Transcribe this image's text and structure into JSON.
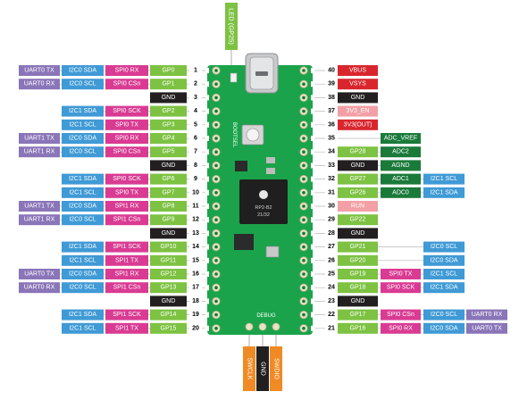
{
  "colors": {
    "power": "#d9262e",
    "ground": "#231f20",
    "gpio": "#7dc242",
    "uart": "#8a75b8",
    "i2c": "#3f9ad6",
    "spi": "#d93b93",
    "sysctl": "#f2a0a5",
    "adc": "#1a7a3a",
    "debug": "#f08a24",
    "board": "#1aa34a",
    "boardDark": "#0f7a35",
    "pinNumber": "#000000"
  },
  "led_label": "LED (GP25)",
  "board_text": {
    "bootsel": "BOOTSEL",
    "debug": "DEBUG",
    "chip_line1": "RP2-B2",
    "chip_line2": "21/32"
  },
  "left_pins": [
    {
      "num": "1",
      "labels": [
        {
          "t": "UART0 TX",
          "c": "uart"
        },
        {
          "t": "I2C0 SDA",
          "c": "i2c"
        },
        {
          "t": "SPI0 RX",
          "c": "spi"
        },
        {
          "t": "GP0",
          "c": "gpio"
        }
      ]
    },
    {
      "num": "2",
      "labels": [
        {
          "t": "UART0 RX",
          "c": "uart"
        },
        {
          "t": "I2C0 SCL",
          "c": "i2c"
        },
        {
          "t": "SPI0 CSn",
          "c": "spi"
        },
        {
          "t": "GP1",
          "c": "gpio"
        }
      ]
    },
    {
      "num": "3",
      "labels": [
        {
          "t": "GND",
          "c": "ground"
        }
      ]
    },
    {
      "num": "4",
      "labels": [
        {
          "t": "I2C1 SDA",
          "c": "i2c"
        },
        {
          "t": "SPI0 SCK",
          "c": "spi"
        },
        {
          "t": "GP2",
          "c": "gpio"
        }
      ]
    },
    {
      "num": "5",
      "labels": [
        {
          "t": "I2C1 SCL",
          "c": "i2c"
        },
        {
          "t": "SPI0 TX",
          "c": "spi"
        },
        {
          "t": "GP3",
          "c": "gpio"
        }
      ]
    },
    {
      "num": "6",
      "labels": [
        {
          "t": "UART1 TX",
          "c": "uart"
        },
        {
          "t": "I2C0 SDA",
          "c": "i2c"
        },
        {
          "t": "SPI0 RX",
          "c": "spi"
        },
        {
          "t": "GP4",
          "c": "gpio"
        }
      ]
    },
    {
      "num": "7",
      "labels": [
        {
          "t": "UART1 RX",
          "c": "uart"
        },
        {
          "t": "I2C0 SCL",
          "c": "i2c"
        },
        {
          "t": "SPI0 CSn",
          "c": "spi"
        },
        {
          "t": "GP5",
          "c": "gpio"
        }
      ]
    },
    {
      "num": "8",
      "labels": [
        {
          "t": "GND",
          "c": "ground"
        }
      ]
    },
    {
      "num": "9",
      "labels": [
        {
          "t": "I2C1 SDA",
          "c": "i2c"
        },
        {
          "t": "SPI0 SCK",
          "c": "spi"
        },
        {
          "t": "GP6",
          "c": "gpio"
        }
      ]
    },
    {
      "num": "10",
      "labels": [
        {
          "t": "I2C1 SCL",
          "c": "i2c"
        },
        {
          "t": "SPI0 TX",
          "c": "spi"
        },
        {
          "t": "GP7",
          "c": "gpio"
        }
      ]
    },
    {
      "num": "11",
      "labels": [
        {
          "t": "UART1 TX",
          "c": "uart"
        },
        {
          "t": "I2C0 SDA",
          "c": "i2c"
        },
        {
          "t": "SPI1 RX",
          "c": "spi"
        },
        {
          "t": "GP8",
          "c": "gpio"
        }
      ]
    },
    {
      "num": "12",
      "labels": [
        {
          "t": "UART1 RX",
          "c": "uart"
        },
        {
          "t": "I2C0 SCL",
          "c": "i2c"
        },
        {
          "t": "SPI1 CSn",
          "c": "spi"
        },
        {
          "t": "GP9",
          "c": "gpio"
        }
      ]
    },
    {
      "num": "13",
      "labels": [
        {
          "t": "GND",
          "c": "ground"
        }
      ]
    },
    {
      "num": "14",
      "labels": [
        {
          "t": "I2C1 SDA",
          "c": "i2c"
        },
        {
          "t": "SPI1 SCK",
          "c": "spi"
        },
        {
          "t": "GP10",
          "c": "gpio"
        }
      ]
    },
    {
      "num": "15",
      "labels": [
        {
          "t": "I2C1 SCL",
          "c": "i2c"
        },
        {
          "t": "SPI1 TX",
          "c": "spi"
        },
        {
          "t": "GP11",
          "c": "gpio"
        }
      ]
    },
    {
      "num": "16",
      "labels": [
        {
          "t": "UART0 TX",
          "c": "uart"
        },
        {
          "t": "I2C0 SDA",
          "c": "i2c"
        },
        {
          "t": "SPI1 RX",
          "c": "spi"
        },
        {
          "t": "GP12",
          "c": "gpio"
        }
      ]
    },
    {
      "num": "17",
      "labels": [
        {
          "t": "UART0 RX",
          "c": "uart"
        },
        {
          "t": "I2C0 SCL",
          "c": "i2c"
        },
        {
          "t": "SPI1 CSn",
          "c": "spi"
        },
        {
          "t": "GP13",
          "c": "gpio"
        }
      ]
    },
    {
      "num": "18",
      "labels": [
        {
          "t": "GND",
          "c": "ground"
        }
      ]
    },
    {
      "num": "19",
      "labels": [
        {
          "t": "I2C1 SDA",
          "c": "i2c"
        },
        {
          "t": "SPI1 SCK",
          "c": "spi"
        },
        {
          "t": "GP14",
          "c": "gpio"
        }
      ]
    },
    {
      "num": "20",
      "labels": [
        {
          "t": "I2C1 SCL",
          "c": "i2c"
        },
        {
          "t": "SPI1 TX",
          "c": "spi"
        },
        {
          "t": "GP15",
          "c": "gpio"
        }
      ]
    }
  ],
  "right_pins": [
    {
      "num": "40",
      "labels": [
        {
          "t": "VBUS",
          "c": "power"
        }
      ]
    },
    {
      "num": "39",
      "labels": [
        {
          "t": "VSYS",
          "c": "power"
        }
      ]
    },
    {
      "num": "38",
      "labels": [
        {
          "t": "GND",
          "c": "ground"
        }
      ]
    },
    {
      "num": "37",
      "labels": [
        {
          "t": "3V3_EN",
          "c": "sysctl"
        }
      ]
    },
    {
      "num": "36",
      "labels": [
        {
          "t": "3V3(OUT)",
          "c": "power"
        }
      ]
    },
    {
      "num": "35",
      "labels": [
        {
          "t": "",
          "c": "none"
        },
        {
          "t": "ADC_VREF",
          "c": "adc"
        }
      ]
    },
    {
      "num": "34",
      "labels": [
        {
          "t": "GP28",
          "c": "gpio"
        },
        {
          "t": "ADC2",
          "c": "adc"
        }
      ]
    },
    {
      "num": "33",
      "labels": [
        {
          "t": "GND",
          "c": "ground"
        },
        {
          "t": "AGND",
          "c": "adc"
        }
      ]
    },
    {
      "num": "32",
      "labels": [
        {
          "t": "GP27",
          "c": "gpio"
        },
        {
          "t": "ADC1",
          "c": "adc"
        },
        {
          "t": "I2C1 SCL",
          "c": "i2c"
        }
      ]
    },
    {
      "num": "31",
      "labels": [
        {
          "t": "GP26",
          "c": "gpio"
        },
        {
          "t": "ADC0",
          "c": "adc"
        },
        {
          "t": "I2C1 SDA",
          "c": "i2c"
        }
      ]
    },
    {
      "num": "30",
      "labels": [
        {
          "t": "RUN",
          "c": "sysctl"
        }
      ]
    },
    {
      "num": "29",
      "labels": [
        {
          "t": "GP22",
          "c": "gpio"
        }
      ]
    },
    {
      "num": "28",
      "labels": [
        {
          "t": "GND",
          "c": "ground"
        }
      ]
    },
    {
      "num": "27",
      "labels": [
        {
          "t": "GP21",
          "c": "gpio"
        },
        {
          "t": "",
          "c": "none"
        },
        {
          "t": "I2C0 SCL",
          "c": "i2c"
        }
      ]
    },
    {
      "num": "26",
      "labels": [
        {
          "t": "GP20",
          "c": "gpio"
        },
        {
          "t": "",
          "c": "none"
        },
        {
          "t": "I2C0 SDA",
          "c": "i2c"
        }
      ]
    },
    {
      "num": "25",
      "labels": [
        {
          "t": "GP19",
          "c": "gpio"
        },
        {
          "t": "SPI0 TX",
          "c": "spi"
        },
        {
          "t": "I2C1 SCL",
          "c": "i2c"
        }
      ]
    },
    {
      "num": "24",
      "labels": [
        {
          "t": "GP18",
          "c": "gpio"
        },
        {
          "t": "SPI0 SCK",
          "c": "spi"
        },
        {
          "t": "I2C1 SDA",
          "c": "i2c"
        }
      ]
    },
    {
      "num": "23",
      "labels": [
        {
          "t": "GND",
          "c": "ground"
        }
      ]
    },
    {
      "num": "22",
      "labels": [
        {
          "t": "GP17",
          "c": "gpio"
        },
        {
          "t": "SPI0 CSn",
          "c": "spi"
        },
        {
          "t": "I2C0 SCL",
          "c": "i2c"
        },
        {
          "t": "UART0 RX",
          "c": "uart"
        }
      ]
    },
    {
      "num": "21",
      "labels": [
        {
          "t": "GP16",
          "c": "gpio"
        },
        {
          "t": "SPI0 RX",
          "c": "spi"
        },
        {
          "t": "I2C0 SDA",
          "c": "i2c"
        },
        {
          "t": "UART0 TX",
          "c": "uart"
        }
      ]
    }
  ],
  "debug_pins": [
    {
      "t": "SWCLK",
      "c": "debug"
    },
    {
      "t": "GND",
      "c": "ground"
    },
    {
      "t": "SWDIO",
      "c": "debug"
    }
  ]
}
